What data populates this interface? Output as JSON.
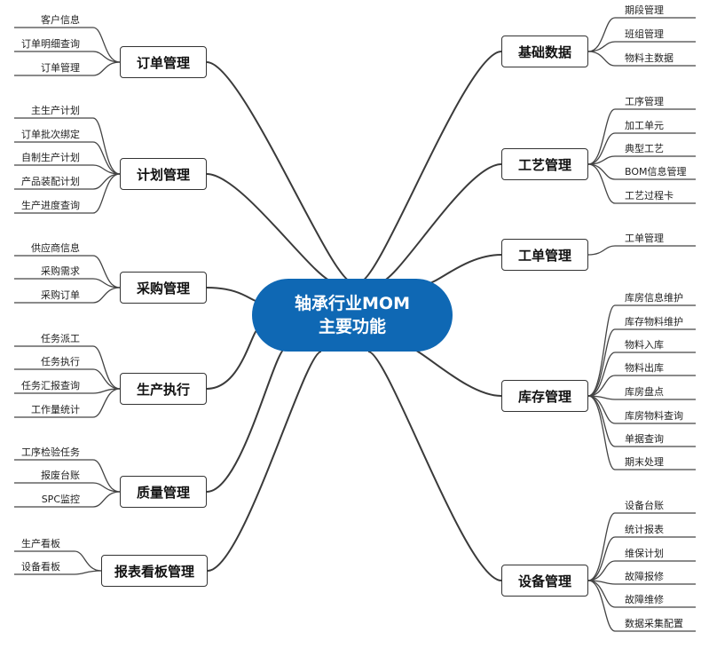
{
  "center": {
    "line1": "轴承行业MOM",
    "line2": "主要功能"
  },
  "left_branches": [
    {
      "label": "订单管理",
      "leaves": [
        "客户信息",
        "订单明细查询",
        "订单管理"
      ]
    },
    {
      "label": "计划管理",
      "leaves": [
        "主生产计划",
        "订单批次绑定",
        "自制生产计划",
        "产品装配计划",
        "生产进度查询"
      ]
    },
    {
      "label": "采购管理",
      "leaves": [
        "供应商信息",
        "采购需求",
        "采购订单"
      ]
    },
    {
      "label": "生产执行",
      "leaves": [
        "任务派工",
        "任务执行",
        "任务汇报查询",
        "工作量统计"
      ]
    },
    {
      "label": "质量管理",
      "leaves": [
        "工序检验任务",
        "报废台账",
        "SPC监控"
      ]
    },
    {
      "label": "报表看板管理",
      "leaves": [
        "生产看板",
        "设备看板"
      ]
    }
  ],
  "right_branches": [
    {
      "label": "基础数据",
      "leaves": [
        "期段管理",
        "班组管理",
        "物料主数据"
      ]
    },
    {
      "label": "工艺管理",
      "leaves": [
        "工序管理",
        "加工单元",
        "典型工艺",
        "BOM信息管理",
        "工艺过程卡"
      ]
    },
    {
      "label": "工单管理",
      "leaves": [
        "工单管理"
      ]
    },
    {
      "label": "库存管理",
      "leaves": [
        "库房信息维护",
        "库存物料维护",
        "物料入库",
        "物料出库",
        "库房盘点",
        "库房物料查询",
        "单据查询",
        "期末处理"
      ]
    },
    {
      "label": "设备管理",
      "leaves": [
        "设备台账",
        "统计报表",
        "维保计划",
        "故障报修",
        "故障维修",
        "数据采集配置"
      ]
    }
  ]
}
